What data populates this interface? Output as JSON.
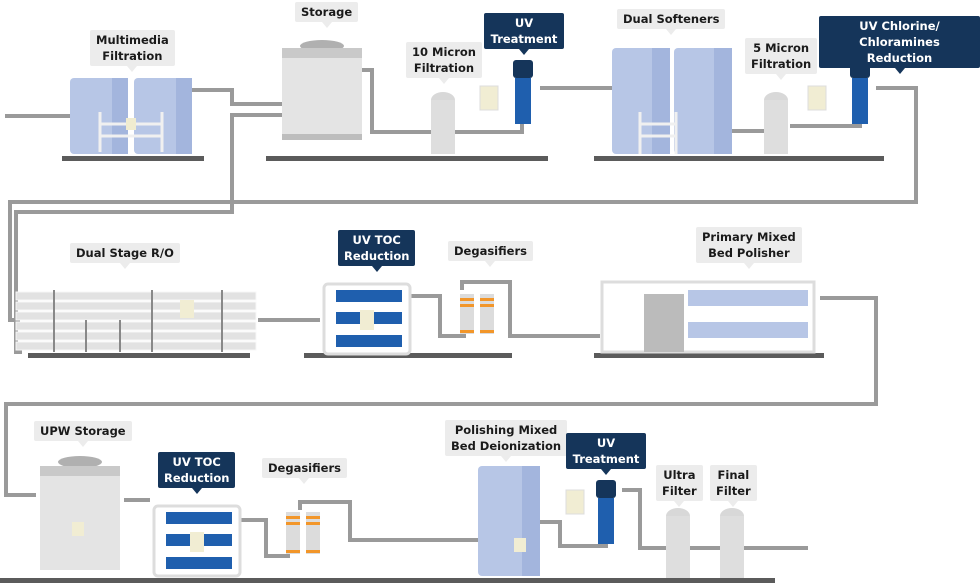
{
  "labels": {
    "multimedia_filtration": "Multimedia\nFiltration",
    "storage": "Storage",
    "micron10_filtration": "10 Micron\nFiltration",
    "uv_treatment_1": "UV\nTreatment",
    "dual_softeners": "Dual Softeners",
    "micron5_filtration": "5 Micron\nFiltration",
    "uv_chlorine": "UV Chlorine/\nChloramines Reduction",
    "dual_stage_ro": "Dual Stage R/O",
    "uv_toc_1": "UV TOC\nReduction",
    "degasifiers_1": "Degasifiers",
    "primary_mixed_bed": "Primary Mixed\nBed Polisher",
    "upw_storage": "UPW Storage",
    "uv_toc_2": "UV TOC\nReduction",
    "degasifiers_2": "Degasifiers",
    "polishing_mixed_bed": "Polishing Mixed\nBed Deionization",
    "uv_treatment_2": "UV\nTreatment",
    "ultra_filter": "Ultra\nFilter",
    "final_filter": "Final\nFilter"
  },
  "colors": {
    "pipe": "#9a9a9a",
    "uv_label": "#15355a",
    "uv_unit": "#1f5fae",
    "tank_blue": "#b7c6e6",
    "degasifier_band": "#f2962a"
  }
}
